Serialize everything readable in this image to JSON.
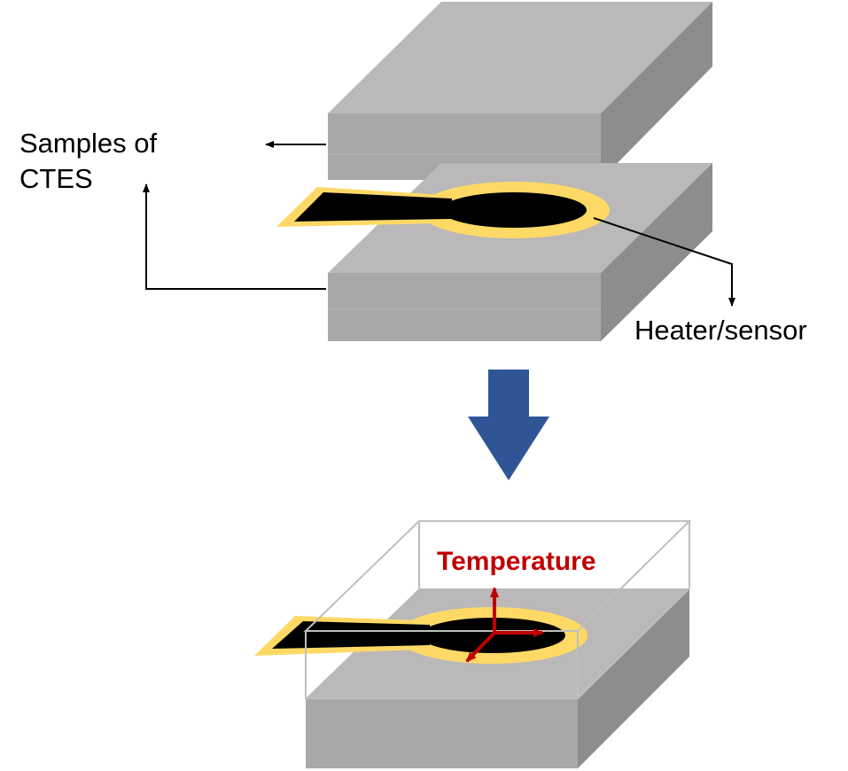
{
  "labels": {
    "samples_line1": "Samples of",
    "samples_line2": "CTES",
    "heater_sensor": "Heater/sensor",
    "temperature": "Temperature"
  },
  "colors": {
    "block_top": "#bab8b8",
    "block_front": "#a9a7a7",
    "block_side": "#8e8c8c",
    "heater_body": "#000000",
    "heater_outline": "#ffd966",
    "process_arrow": "#2f5597",
    "temperature": "#c00000",
    "box_outline": "#bfbfbf"
  },
  "icons": {
    "process_arrow": "down-arrow-icon",
    "temperature_axes": "xyz-axes-icon"
  }
}
